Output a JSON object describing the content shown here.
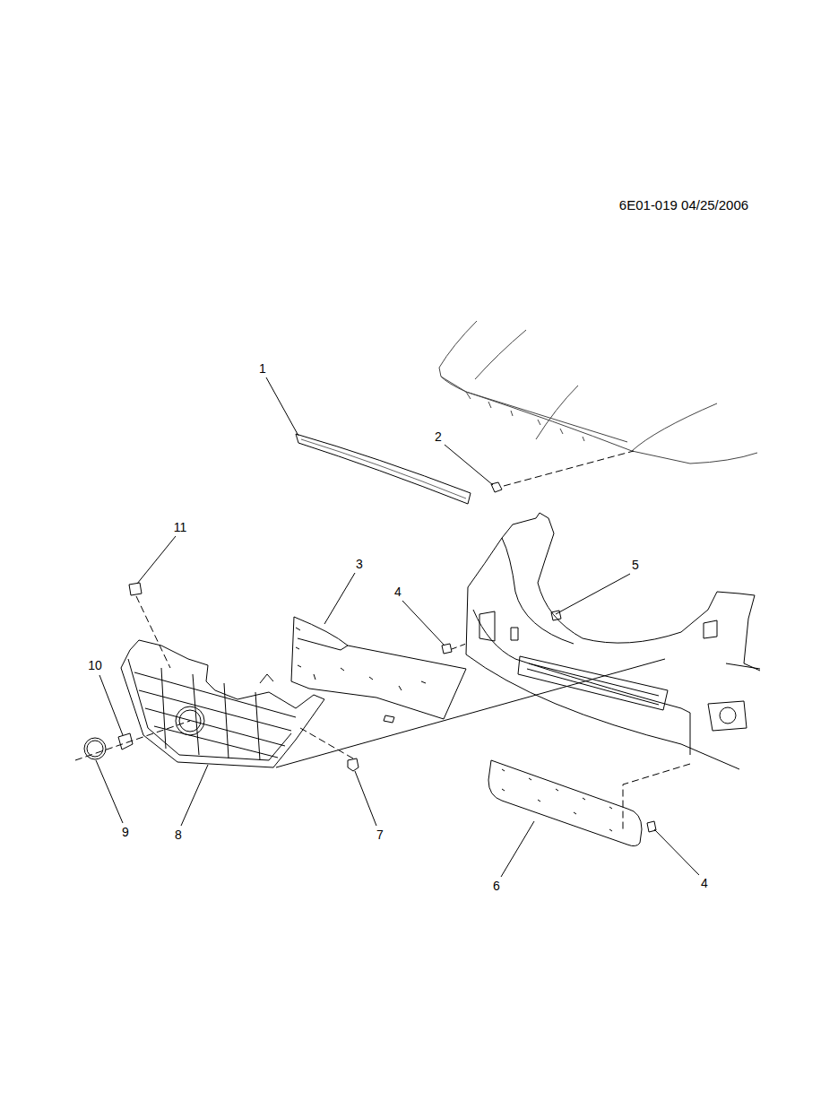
{
  "diagram": {
    "labels": [
      "6E01-019 04/25/2006",
      "1",
      "2",
      "11",
      "3",
      "4",
      "5",
      "10",
      "9",
      "8",
      "7",
      "6",
      "4"
    ]
  }
}
